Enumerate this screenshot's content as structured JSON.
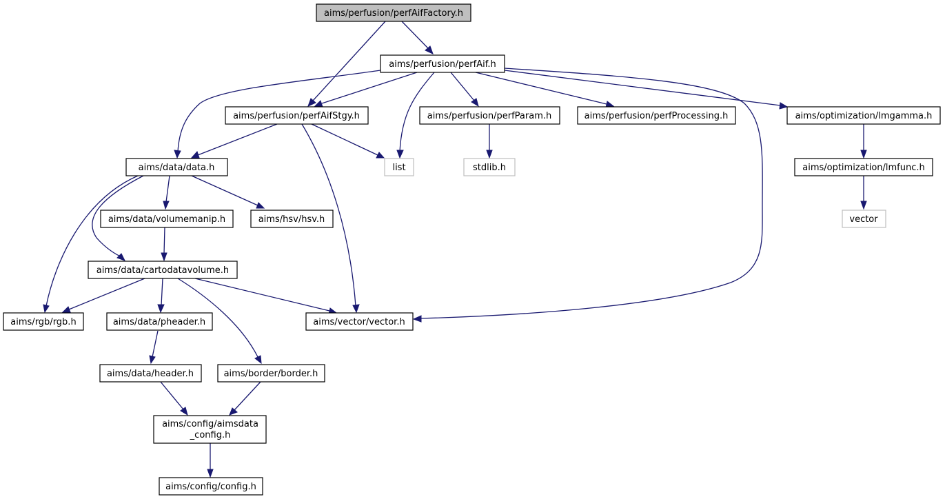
{
  "diagram": {
    "type": "include-dependency-graph",
    "nodes": {
      "root": {
        "label": "aims/perfusion/perfAifFactory.h",
        "kind": "root"
      },
      "perfAif": {
        "label": "aims/perfusion/perfAif.h",
        "kind": "file"
      },
      "perfAifStgy": {
        "label": "aims/perfusion/perfAifStgy.h",
        "kind": "file"
      },
      "perfParam": {
        "label": "aims/perfusion/perfParam.h",
        "kind": "file"
      },
      "perfProcessing": {
        "label": "aims/perfusion/perfProcessing.h",
        "kind": "file"
      },
      "lmgamma": {
        "label": "aims/optimization/lmgamma.h",
        "kind": "file"
      },
      "data": {
        "label": "aims/data/data.h",
        "kind": "file"
      },
      "list": {
        "label": "list",
        "kind": "external"
      },
      "stdlib": {
        "label": "stdlib.h",
        "kind": "external"
      },
      "lmfunc": {
        "label": "aims/optimization/lmfunc.h",
        "kind": "file"
      },
      "volumemanip": {
        "label": "aims/data/volumemanip.h",
        "kind": "file"
      },
      "hsv": {
        "label": "aims/hsv/hsv.h",
        "kind": "file"
      },
      "vector_ext": {
        "label": "vector",
        "kind": "external"
      },
      "cartodatavolume": {
        "label": "aims/data/cartodatavolume.h",
        "kind": "file"
      },
      "rgb": {
        "label": "aims/rgb/rgb.h",
        "kind": "file"
      },
      "pheader": {
        "label": "aims/data/pheader.h",
        "kind": "file"
      },
      "vectorh": {
        "label": "aims/vector/vector.h",
        "kind": "file"
      },
      "header": {
        "label": "aims/data/header.h",
        "kind": "file"
      },
      "border": {
        "label": "aims/border/border.h",
        "kind": "file"
      },
      "aimsdata_config": {
        "label_line1": "aims/config/aimsdata",
        "label_line2": "_config.h",
        "kind": "file"
      },
      "config": {
        "label": "aims/config/config.h",
        "kind": "file"
      }
    },
    "edges": [
      {
        "from": "root",
        "to": "perfAif"
      },
      {
        "from": "root",
        "to": "perfAifStgy"
      },
      {
        "from": "perfAif",
        "to": "perfAifStgy"
      },
      {
        "from": "perfAif",
        "to": "data"
      },
      {
        "from": "perfAif",
        "to": "list"
      },
      {
        "from": "perfAif",
        "to": "perfParam"
      },
      {
        "from": "perfAif",
        "to": "perfProcessing"
      },
      {
        "from": "perfAif",
        "to": "lmgamma"
      },
      {
        "from": "perfAif",
        "to": "vectorh"
      },
      {
        "from": "perfAifStgy",
        "to": "data"
      },
      {
        "from": "perfAifStgy",
        "to": "list"
      },
      {
        "from": "perfAifStgy",
        "to": "vectorh"
      },
      {
        "from": "perfParam",
        "to": "stdlib"
      },
      {
        "from": "lmgamma",
        "to": "lmfunc"
      },
      {
        "from": "lmfunc",
        "to": "vector_ext"
      },
      {
        "from": "data",
        "to": "volumemanip"
      },
      {
        "from": "data",
        "to": "hsv"
      },
      {
        "from": "data",
        "to": "cartodatavolume"
      },
      {
        "from": "data",
        "to": "rgb"
      },
      {
        "from": "volumemanip",
        "to": "cartodatavolume"
      },
      {
        "from": "cartodatavolume",
        "to": "rgb"
      },
      {
        "from": "cartodatavolume",
        "to": "pheader"
      },
      {
        "from": "cartodatavolume",
        "to": "vectorh"
      },
      {
        "from": "cartodatavolume",
        "to": "border"
      },
      {
        "from": "pheader",
        "to": "header"
      },
      {
        "from": "header",
        "to": "aimsdata_config"
      },
      {
        "from": "border",
        "to": "aimsdata_config"
      },
      {
        "from": "aimsdata_config",
        "to": "config"
      }
    ],
    "colors": {
      "edge": "#191970",
      "root_fill": "#bfbfbf",
      "node_border": "#000000",
      "external_border": "#bfbfbf"
    }
  }
}
